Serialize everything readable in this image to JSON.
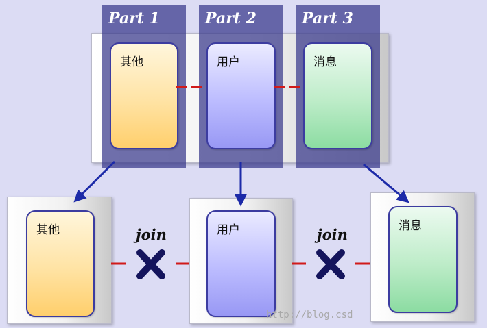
{
  "parts": [
    {
      "label": "Part 1"
    },
    {
      "label": "Part 2"
    },
    {
      "label": "Part 3"
    }
  ],
  "top_tables": [
    {
      "label": "其他"
    },
    {
      "label": "用户"
    },
    {
      "label": "消息"
    }
  ],
  "bottom_tables": [
    {
      "label": "其他"
    },
    {
      "label": "用户"
    },
    {
      "label": "消息"
    }
  ],
  "joins": [
    {
      "label": "join"
    },
    {
      "label": "join"
    }
  ],
  "watermark": "http://blog.csd",
  "colors": {
    "background": "#dcdcf4",
    "part_column": "#38388a",
    "card_border": "#3c3ca0",
    "connector": "#d11a1a",
    "arrow": "#1c2aa8",
    "cross": "#14145c"
  }
}
